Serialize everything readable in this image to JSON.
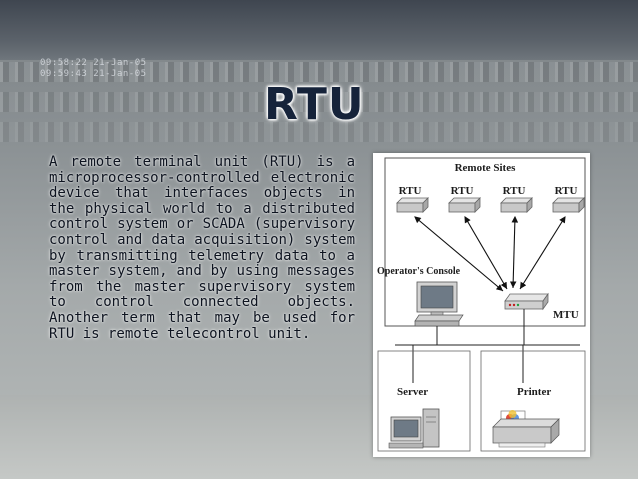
{
  "slide": {
    "title": "RTU",
    "body": "A remote terminal unit (RTU) is a microprocessor-controlled electronic device that interfaces objects in the physical world to a distributed control system or SCADA (supervisory control and data acquisition) system by transmitting telemetry data to a master system, and by using messages from the master supervisory system to control connected objects. Another term that may be used for RTU is remote telecontrol unit."
  },
  "background": {
    "clock_lines": [
      "09:58:22 21-Jan-05",
      "09:59:43 21-Jan-05"
    ]
  },
  "diagram": {
    "header": "Remote Sites",
    "rtu_labels": [
      "RTU",
      "RTU",
      "RTU",
      "RTU"
    ],
    "operator_label": "Operator's Console",
    "mtu_label": "MTU",
    "server_label": "Server",
    "printer_label": "Printer"
  }
}
